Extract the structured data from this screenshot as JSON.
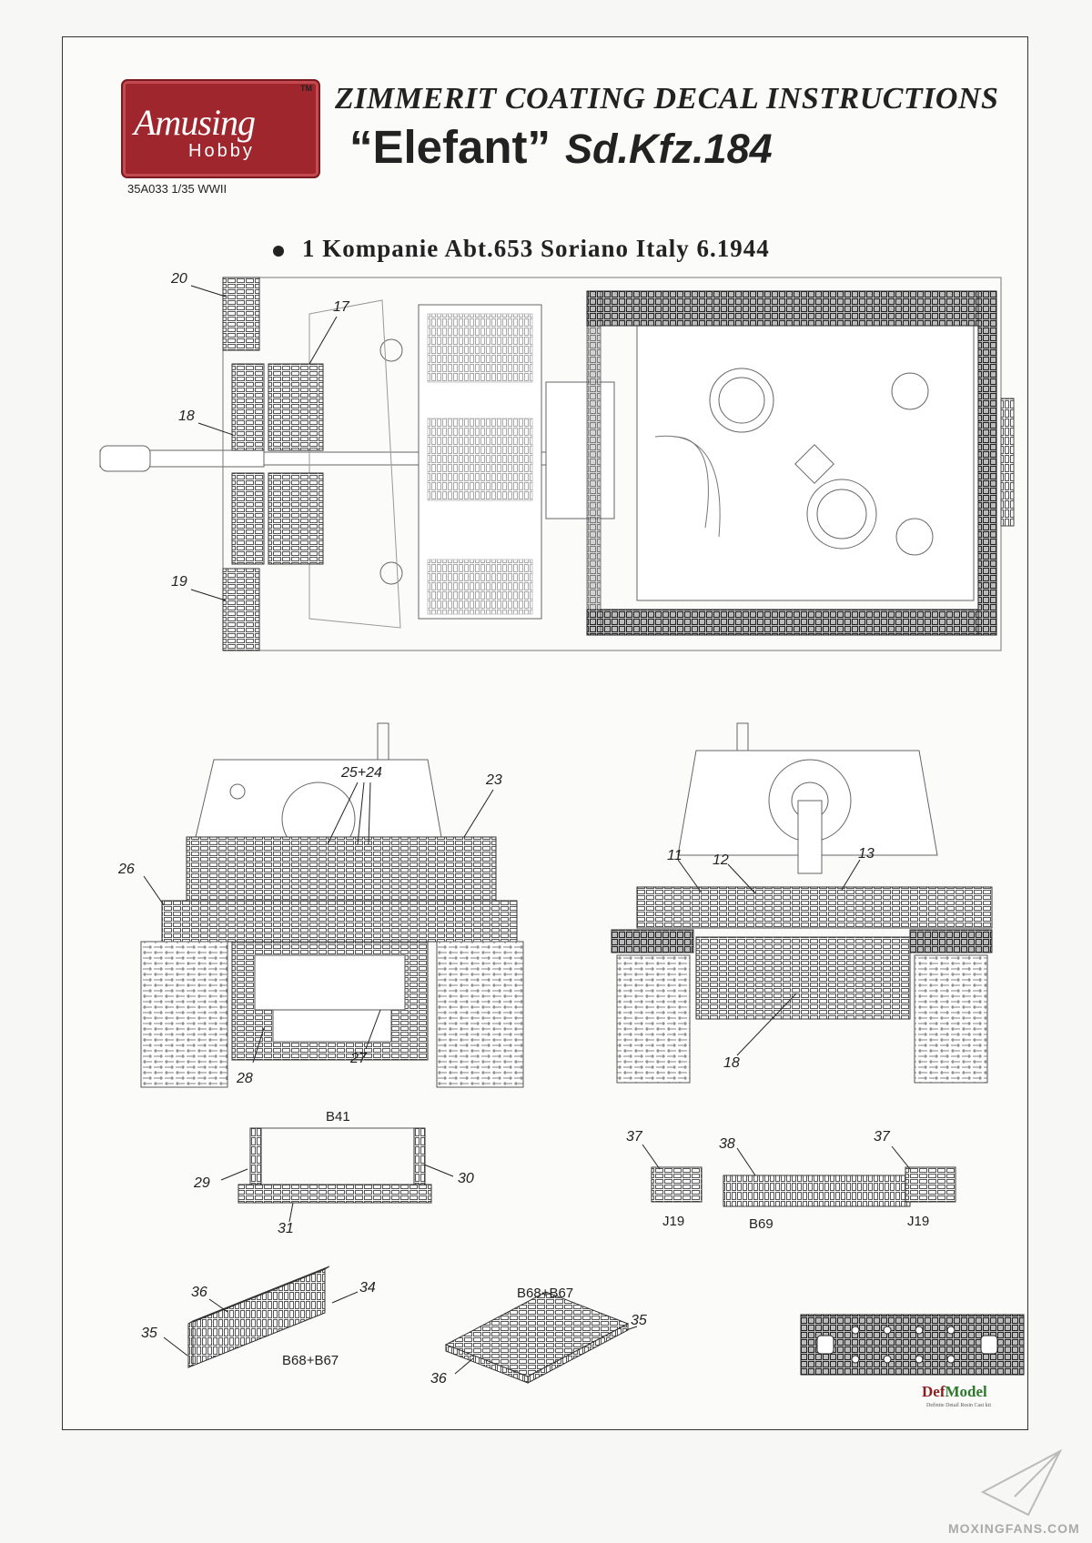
{
  "brand": {
    "logo_main": "Amusing",
    "logo_sub": "Hobby",
    "trademark": "TM",
    "scale_line": "35A033 1/35 WWII"
  },
  "title": {
    "line1": "ZIMMERIT COATING DECAL INSTRUCTIONS",
    "name": "“Elefant”",
    "designation": "Sd.Kfz.184"
  },
  "scheme": {
    "unit": "1 Kompanie Abt.653 Soriano Italy 6.1944"
  },
  "callouts": {
    "top_view": [
      "20",
      "17",
      "18",
      "19"
    ],
    "rear_view": [
      "25+24",
      "23",
      "26",
      "28",
      "27"
    ],
    "front_view": [
      "11",
      "12",
      "13",
      "18"
    ],
    "box_parts": [
      "29",
      "30",
      "31"
    ],
    "strips": [
      "37",
      "38",
      "37"
    ],
    "iso_left": [
      "36",
      "34",
      "35"
    ],
    "iso_right": [
      "35",
      "36"
    ]
  },
  "part_codes": {
    "box": "B41",
    "strip_left": "J19",
    "strip_center": "B69",
    "strip_right": "J19",
    "iso_left": "B68+B67",
    "iso_right": "B68+B67"
  },
  "sponsor": {
    "name_main": "Def",
    "name_accent": "Model",
    "tagline": "Definite Detail Resin Cast kit"
  },
  "watermark": "MOXINGFANS.COM",
  "colors": {
    "logo_red": "#a0262d",
    "ink": "#222222",
    "zimmerit": "#555555"
  }
}
